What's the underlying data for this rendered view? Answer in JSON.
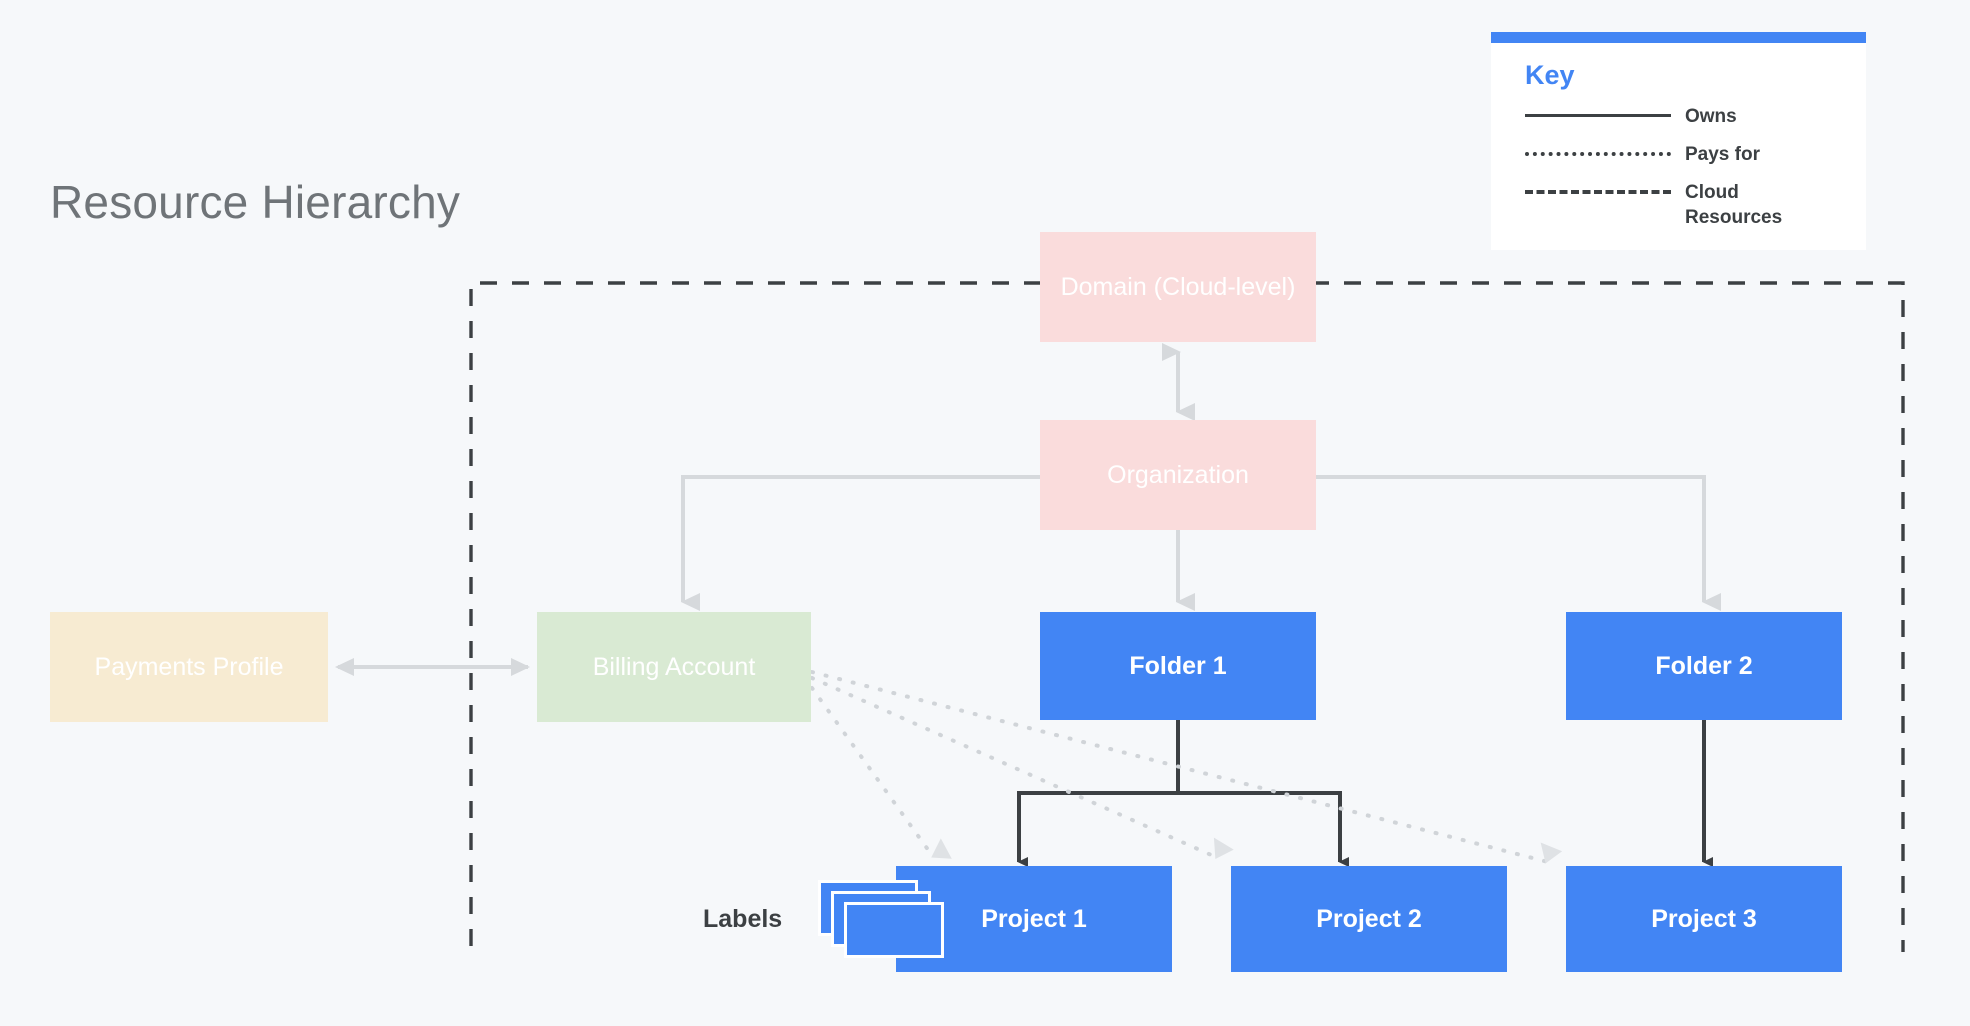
{
  "page": {
    "title": "Resource Hierarchy",
    "background_color": "#f6f8fa"
  },
  "colors": {
    "accent_blue": "#4285f4",
    "pink_node": "#fadcdc",
    "green_node": "#d9ead3",
    "cream_node": "#f7ebd2",
    "dark_line": "#3c4043",
    "light_line": "#d6d9dc",
    "title_gray": "#6f7478"
  },
  "key": {
    "title": "Key",
    "entries": [
      {
        "style": "solid",
        "label": "Owns"
      },
      {
        "style": "dotted",
        "label": "Pays for"
      },
      {
        "style": "dashed",
        "label": "Cloud Resources"
      }
    ]
  },
  "nodes": {
    "domain": {
      "label": "Domain (Cloud-level)",
      "fill": "#fadcdc",
      "text": "#ffffff",
      "weight": "normal"
    },
    "organization": {
      "label": "Organization",
      "fill": "#fadcdc",
      "text": "#ffffff",
      "weight": "normal"
    },
    "payments_profile": {
      "label": "Payments Profile",
      "fill": "#f7ebd2",
      "text": "#ffffff",
      "weight": "normal"
    },
    "billing_account": {
      "label": "Billing Account",
      "fill": "#d9ead3",
      "text": "#ffffff",
      "weight": "normal"
    },
    "folder_1": {
      "label": "Folder 1",
      "fill": "#4285f4",
      "text": "#ffffff",
      "weight": "bold"
    },
    "folder_2": {
      "label": "Folder 2",
      "fill": "#4285f4",
      "text": "#ffffff",
      "weight": "bold"
    },
    "project_1": {
      "label": "Project 1",
      "fill": "#4285f4",
      "text": "#ffffff",
      "weight": "bold"
    },
    "project_2": {
      "label": "Project 2",
      "fill": "#4285f4",
      "text": "#ffffff",
      "weight": "bold"
    },
    "project_3": {
      "label": "Project 3",
      "fill": "#4285f4",
      "text": "#ffffff",
      "weight": "bold"
    }
  },
  "labels": {
    "text": "Labels"
  },
  "chart_data": {
    "type": "diagram",
    "title": "Resource Hierarchy",
    "diagram_kind": "hierarchy-tree",
    "boundary": {
      "style": "dashed",
      "meaning": "Cloud Resources",
      "encloses": [
        "Domain (Cloud-level)",
        "Organization",
        "Billing Account",
        "Folder 1",
        "Folder 2",
        "Project 1",
        "Project 2",
        "Project 3"
      ],
      "excludes": [
        "Payments Profile"
      ]
    },
    "node_list": [
      "Domain (Cloud-level)",
      "Organization",
      "Payments Profile",
      "Billing Account",
      "Folder 1",
      "Folder 2",
      "Project 1",
      "Project 2",
      "Project 3"
    ],
    "edges": [
      {
        "from": "Domain (Cloud-level)",
        "to": "Organization",
        "relation": "associates",
        "style": "solid-light",
        "arrows": "both"
      },
      {
        "from": "Payments Profile",
        "to": "Billing Account",
        "relation": "associates",
        "style": "solid-light",
        "arrows": "both"
      },
      {
        "from": "Organization",
        "to": "Billing Account",
        "relation": "owns",
        "style": "solid-light",
        "arrows": "to"
      },
      {
        "from": "Organization",
        "to": "Folder 1",
        "relation": "owns",
        "style": "solid-light",
        "arrows": "to"
      },
      {
        "from": "Organization",
        "to": "Folder 2",
        "relation": "owns",
        "style": "solid-light",
        "arrows": "to"
      },
      {
        "from": "Folder 1",
        "to": "Project 1",
        "relation": "owns",
        "style": "solid-dark",
        "arrows": "to"
      },
      {
        "from": "Folder 1",
        "to": "Project 2",
        "relation": "owns",
        "style": "solid-dark",
        "arrows": "to"
      },
      {
        "from": "Folder 2",
        "to": "Project 3",
        "relation": "owns",
        "style": "solid-dark",
        "arrows": "to"
      },
      {
        "from": "Billing Account",
        "to": "Project 1",
        "relation": "pays for",
        "style": "dotted",
        "arrows": "to"
      },
      {
        "from": "Billing Account",
        "to": "Project 2",
        "relation": "pays for",
        "style": "dotted",
        "arrows": "to"
      },
      {
        "from": "Billing Account",
        "to": "Project 3",
        "relation": "pays for",
        "style": "dotted",
        "arrows": "to"
      }
    ],
    "legend": [
      {
        "style": "solid",
        "label": "Owns"
      },
      {
        "style": "dotted",
        "label": "Pays for"
      },
      {
        "style": "dashed",
        "label": "Cloud Resources"
      }
    ]
  }
}
